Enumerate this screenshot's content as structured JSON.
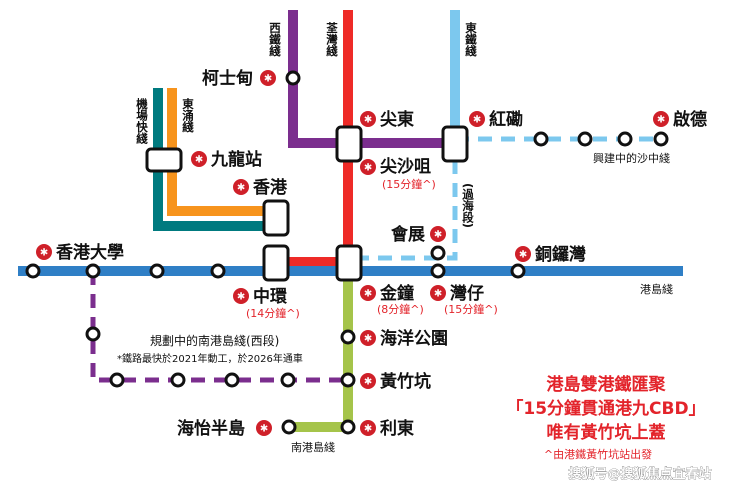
{
  "colors": {
    "tsuen_wan": "#ee2a27",
    "island": "#2f7fc6",
    "east_rail": "#7cc8ee",
    "tuen_ma": "#7b2e8e",
    "tung_chung": "#f7941d",
    "airport": "#007a7f",
    "south_island": "#a5c44a",
    "mtr_logo": "#cf2029"
  },
  "lines": {
    "west_rail": "西鐵綫",
    "tsuen_wan": "荃灣綫",
    "east_rail": "東鐵綫",
    "airport_express": "機場快綫",
    "tung_chung": "東涌綫",
    "island": "港島綫",
    "south_island": "南港島綫",
    "shatin_central": "興建中的沙中綫",
    "cross_harbour": "(過海段)"
  },
  "stations": {
    "kowloon_tong": "柯士甸",
    "tsim_sha_tsui_east": "尖東",
    "tsim_sha_tsui": "尖沙咀",
    "hung_hom": "紅磡",
    "kai_tak": "啟德",
    "kowloon": "九龍站",
    "hong_kong": "香港",
    "hku": "香港大學",
    "central": "中環",
    "exhibition": "會展",
    "causeway_bay": "銅鑼灣",
    "admiralty": "金鐘",
    "wan_chai": "灣仔",
    "ocean_park": "海洋公園",
    "wong_chuk_hang": "黃竹坑",
    "lei_tung": "利東",
    "ap_lei_chau": "海怡半島"
  },
  "times": {
    "tsim_sha_tsui": "(15分鐘^)",
    "central": "(14分鐘^)",
    "admiralty": "(8分鐘^)",
    "wan_chai": "(15分鐘^)"
  },
  "planned": {
    "title": "規劃中的南港島綫(西段)",
    "note": "*鐵路最快於2021年動工，於2026年通車"
  },
  "promo": {
    "line1": "港島雙港鐵匯聚",
    "line2": "「15分鐘貫通港九CBD」",
    "line3": "唯有黃竹坑上蓋",
    "footnote": "^由港鐵黃竹坑站出發"
  },
  "watermark": "搜狐号@搜狐焦点宜春站",
  "icons": {
    "mtr": "mtr-logo-icon"
  }
}
